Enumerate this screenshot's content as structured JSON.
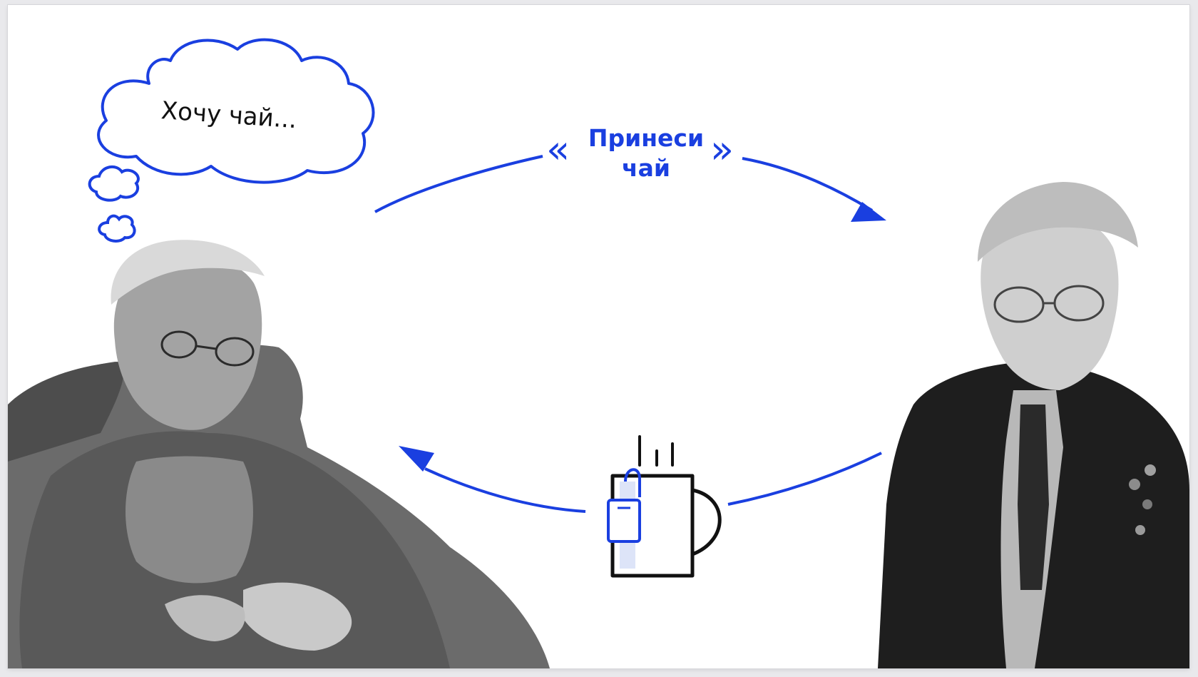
{
  "thought_bubble": {
    "text": "Хочу чай..."
  },
  "request": {
    "line1": "Принеси",
    "line2": "чай",
    "open_quote": "«",
    "close_quote": "»"
  },
  "colors": {
    "accent": "#1a3fe0",
    "ink": "#111111",
    "tea_tag_fill": "#dde4f8"
  },
  "icons": [
    "thought-cloud",
    "arrow-right",
    "arrow-left",
    "tea-mug-icon"
  ],
  "people": [
    {
      "role": "seated-person-left",
      "style": "black-and-white photo"
    },
    {
      "role": "standing-person-right",
      "style": "black-and-white photo"
    }
  ]
}
